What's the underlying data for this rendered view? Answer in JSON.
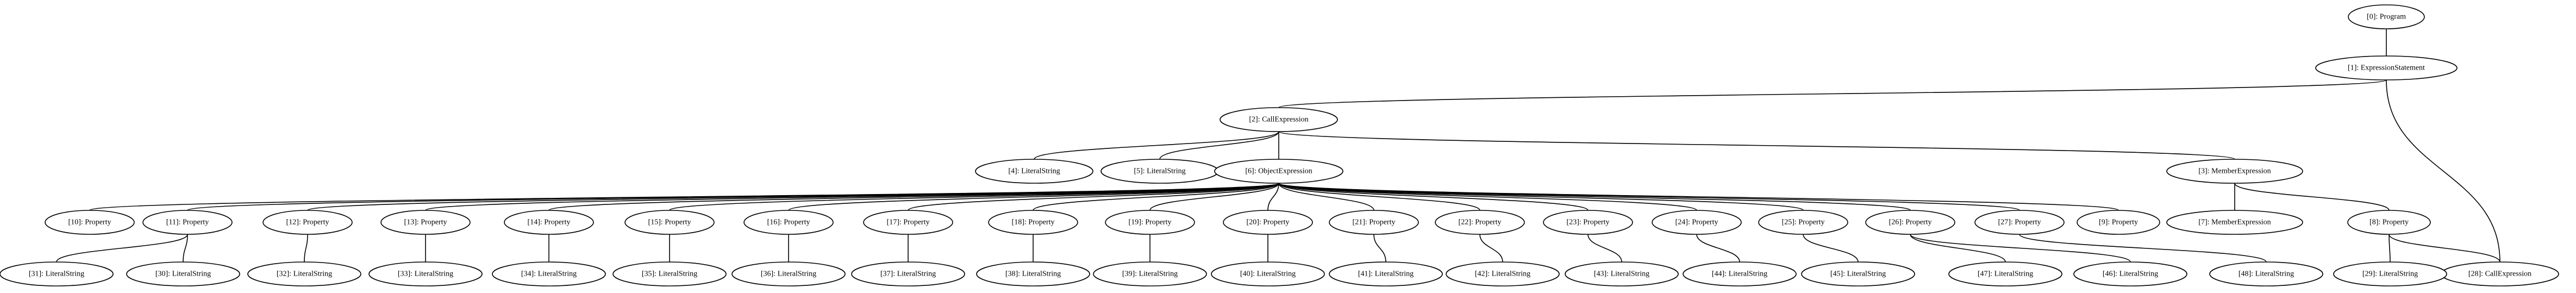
{
  "nodes": {
    "n0": "[0]: Program",
    "n1": "[1]: ExpressionStatement",
    "n2": "[2]: CallExpression",
    "n3": "[3]: MemberExpression",
    "n4": "[4]: LiteralString",
    "n5": "[5]: LiteralString",
    "n6": "[6]: ObjectExpression",
    "n7": "[7]: MemberExpression",
    "n8": "[8]: Property",
    "n9": "[9]: Property",
    "n10": "[10]: Property",
    "n11": "[11]: Property",
    "n12": "[12]: Property",
    "n13": "[13]: Property",
    "n14": "[14]: Property",
    "n15": "[15]: Property",
    "n16": "[16]: Property",
    "n17": "[17]: Property",
    "n18": "[18]: Property",
    "n19": "[19]: Property",
    "n20": "[20]: Property",
    "n21": "[21]: Property",
    "n22": "[22]: Property",
    "n23": "[23]: Property",
    "n24": "[24]: Property",
    "n25": "[25]: Property",
    "n26": "[26]: Property",
    "n27": "[27]: Property",
    "n28": "[28]: CallExpression",
    "n29": "[29]: LiteralString",
    "n30": "[30]: LiteralString",
    "n31": "[31]: LiteralString",
    "n32": "[32]: LiteralString",
    "n33": "[33]: LiteralString",
    "n34": "[34]: LiteralString",
    "n35": "[35]: LiteralString",
    "n36": "[36]: LiteralString",
    "n37": "[37]: LiteralString",
    "n38": "[38]: LiteralString",
    "n39": "[39]: LiteralString",
    "n40": "[40]: LiteralString",
    "n41": "[41]: LiteralString",
    "n42": "[42]: LiteralString",
    "n43": "[43]: LiteralString",
    "n44": "[44]: LiteralString",
    "n45": "[45]: LiteralString",
    "n46": "[46]: LiteralString",
    "n47": "[47]: LiteralString",
    "n48": "[48]: LiteralString"
  },
  "edges": [
    [
      "n0",
      "n1"
    ],
    [
      "n1",
      "n2"
    ],
    [
      "n1",
      "n28"
    ],
    [
      "n2",
      "n3"
    ],
    [
      "n2",
      "n4"
    ],
    [
      "n2",
      "n5"
    ],
    [
      "n2",
      "n6"
    ],
    [
      "n3",
      "n7"
    ],
    [
      "n3",
      "n8"
    ],
    [
      "n6",
      "n9"
    ],
    [
      "n6",
      "n10"
    ],
    [
      "n6",
      "n11"
    ],
    [
      "n6",
      "n12"
    ],
    [
      "n6",
      "n13"
    ],
    [
      "n6",
      "n14"
    ],
    [
      "n6",
      "n15"
    ],
    [
      "n6",
      "n16"
    ],
    [
      "n6",
      "n17"
    ],
    [
      "n6",
      "n18"
    ],
    [
      "n6",
      "n19"
    ],
    [
      "n6",
      "n20"
    ],
    [
      "n6",
      "n21"
    ],
    [
      "n6",
      "n22"
    ],
    [
      "n6",
      "n23"
    ],
    [
      "n6",
      "n24"
    ],
    [
      "n6",
      "n25"
    ],
    [
      "n6",
      "n26"
    ],
    [
      "n6",
      "n27"
    ],
    [
      "n8",
      "n28"
    ],
    [
      "n8",
      "n29"
    ],
    [
      "n11",
      "n30"
    ],
    [
      "n11",
      "n31"
    ],
    [
      "n12",
      "n32"
    ],
    [
      "n13",
      "n33"
    ],
    [
      "n14",
      "n34"
    ],
    [
      "n15",
      "n35"
    ],
    [
      "n16",
      "n36"
    ],
    [
      "n17",
      "n37"
    ],
    [
      "n18",
      "n38"
    ],
    [
      "n19",
      "n39"
    ],
    [
      "n20",
      "n40"
    ],
    [
      "n21",
      "n41"
    ],
    [
      "n22",
      "n42"
    ],
    [
      "n23",
      "n43"
    ],
    [
      "n24",
      "n44"
    ],
    [
      "n25",
      "n45"
    ],
    [
      "n26",
      "n46"
    ],
    [
      "n26",
      "n47"
    ],
    [
      "n27",
      "n48"
    ]
  ]
}
